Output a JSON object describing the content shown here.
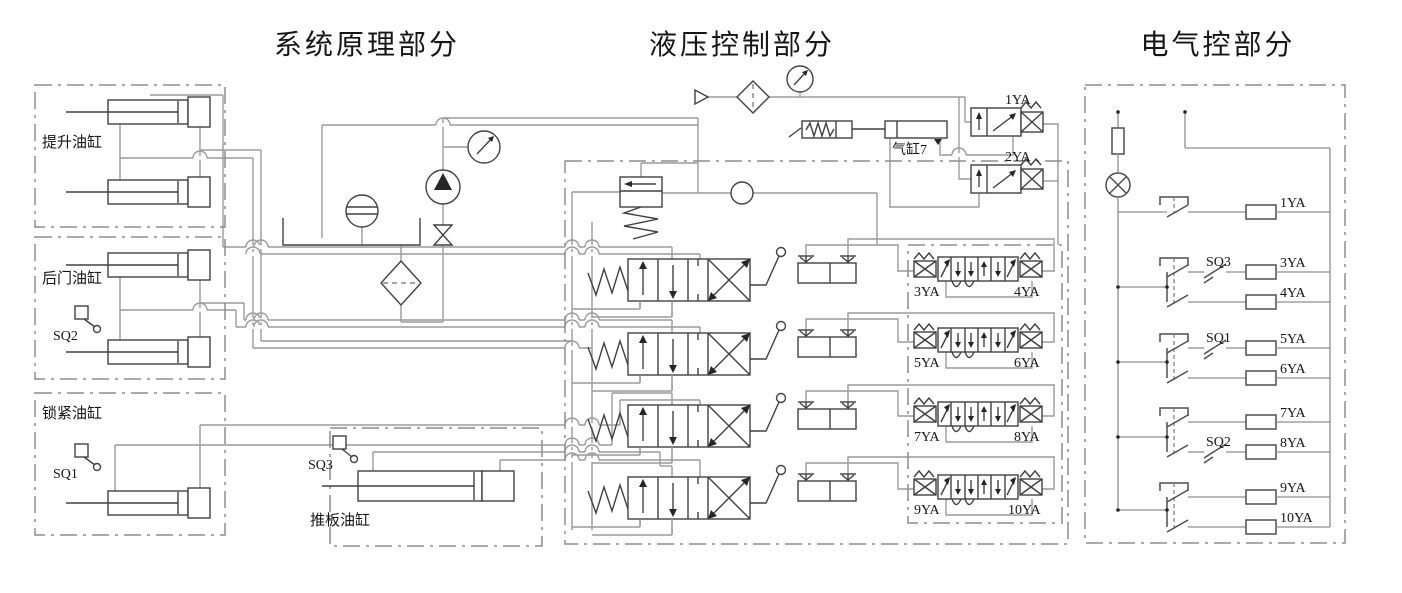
{
  "titles": {
    "system": "系统原理部分",
    "hydraulic": "液压控制部分",
    "electric": "电气控部分"
  },
  "left": {
    "lift_cylinder": "提升油缸",
    "rear_door_cylinder": "后门油缸",
    "lock_cylinder": "锁紧油缸",
    "push_plate_cylinder": "推板油缸",
    "sq1": "SQ1",
    "sq2": "SQ2",
    "sq3": "SQ3"
  },
  "pneumatic": {
    "air_cylinder": "气缸7",
    "valve_1ya": "1YA",
    "valve_2ya": "2YA"
  },
  "solenoid_labels": [
    "3YA",
    "4YA",
    "5YA",
    "6YA",
    "7YA",
    "8YA",
    "9YA",
    "10YA"
  ],
  "electric": {
    "coil_labels": [
      "1YA",
      "3YA",
      "4YA",
      "5YA",
      "6YA",
      "7YA",
      "8YA",
      "9YA",
      "10YA"
    ],
    "switch_labels": [
      "SQ3",
      "SQ1",
      "SQ2"
    ]
  }
}
